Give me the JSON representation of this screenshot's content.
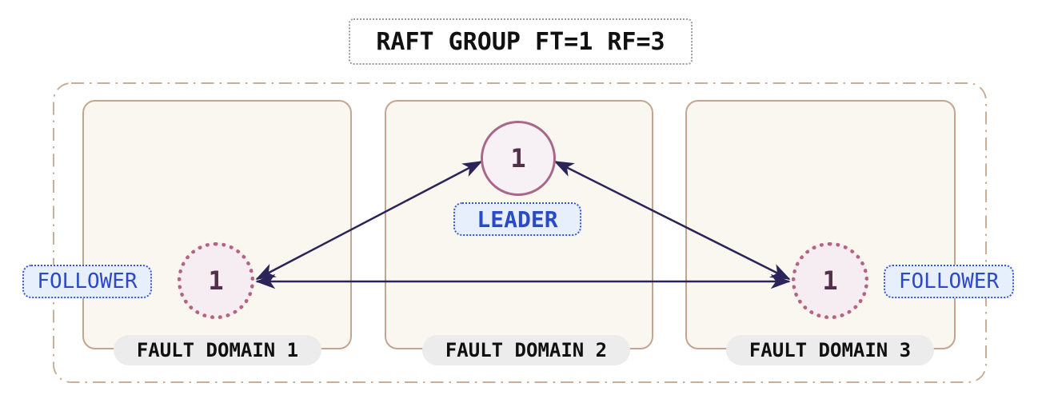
{
  "title": "RAFT GROUP FT=1 RF=3",
  "domains": [
    {
      "label": "FAULT DOMAIN 1",
      "node_value": "1",
      "role": "FOLLOWER"
    },
    {
      "label": "FAULT DOMAIN 2",
      "node_value": "1",
      "role": "LEADER"
    },
    {
      "label": "FAULT DOMAIN 3",
      "node_value": "1",
      "role": "FOLLOWER"
    }
  ],
  "edges": [
    {
      "from": "leader-fault-domain-2",
      "to": "follower-fault-domain-1",
      "style": "bidirectional-arrow"
    },
    {
      "from": "leader-fault-domain-2",
      "to": "follower-fault-domain-3",
      "style": "bidirectional-arrow"
    },
    {
      "from": "follower-fault-domain-1",
      "to": "follower-fault-domain-3",
      "style": "bidirectional-arrow"
    }
  ],
  "colors": {
    "arrow": "#2A2458",
    "group_border": "#C9AE99",
    "domain_box_border": "#C4A690",
    "domain_box_fill": "#FAF6F0",
    "domain_label_bg": "#ECECEC",
    "leader_node_border": "#A9688A",
    "leader_node_fill": "#F7F0F4",
    "follower_node_border": "#B4647F",
    "follower_node_fill": "#F5EDF1",
    "node_value_text": "#53304A",
    "role_label_text": "#2B4AC7",
    "role_label_bg": "#E8EFFC",
    "role_label_border": "#3558CE",
    "title_border": "#9C9CA4"
  }
}
